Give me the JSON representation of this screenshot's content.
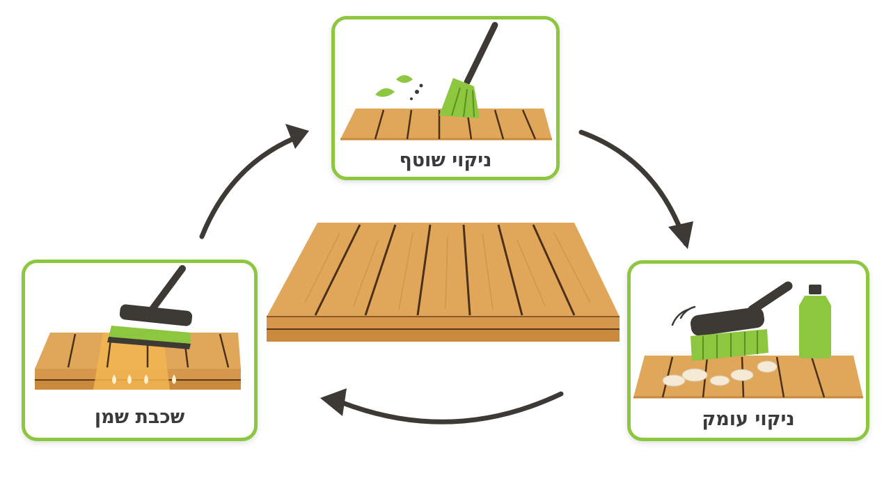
{
  "steps": [
    {
      "label": "ניקוי שוטף",
      "icon": "broom-icon"
    },
    {
      "label": "ניקוי עומק",
      "icon": "scrub-brush-icon"
    },
    {
      "label": "שכבת שמן",
      "icon": "oil-applicator-icon"
    }
  ],
  "colors": {
    "accent_green": "#8dc63f",
    "wood": "#e0a65a",
    "wood_dark": "#c98a3c",
    "arrow": "#3d3935"
  }
}
